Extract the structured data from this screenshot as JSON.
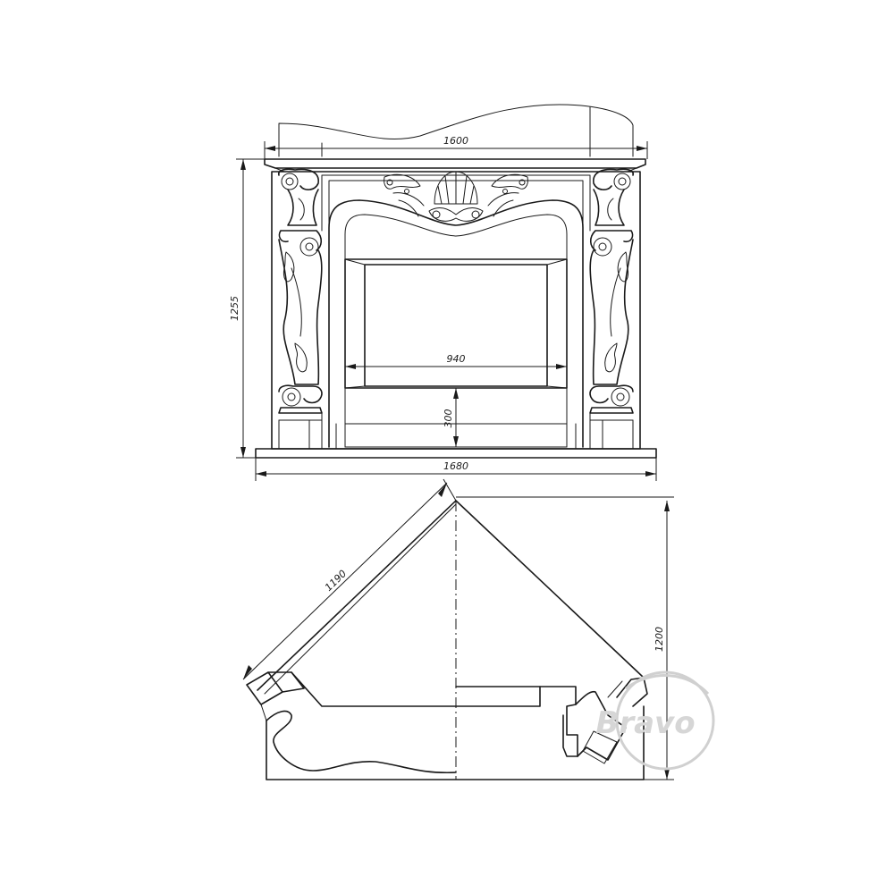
{
  "dimensions": {
    "top_width": "1600",
    "opening_width": "940",
    "opening_height": "300",
    "overall_height": "1255",
    "base_width": "1680",
    "side_length": "1190",
    "plan_depth": "1200"
  },
  "watermark": {
    "text": "Bravo"
  },
  "colors": {
    "line": "#1a1a1a",
    "watermark": "#d0d0d0"
  }
}
